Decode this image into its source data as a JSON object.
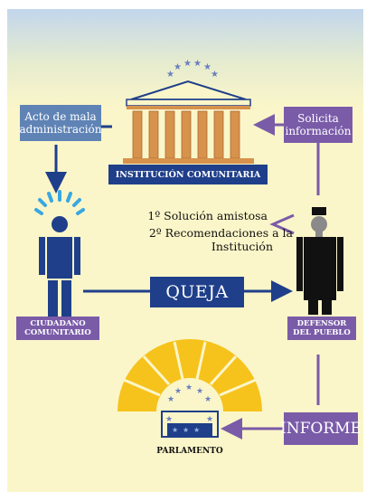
{
  "institution": {
    "label": "INSTITUCIÓN COMUNITARIA"
  },
  "maladmin": {
    "line1": "Acto de mala",
    "line2": "administración"
  },
  "solicita": {
    "line1": "Solicita",
    "line2": "información"
  },
  "outcomes": {
    "line1": "1º Solución amistosa",
    "line2": "2º Recomendaciones a la",
    "line3": "Institución"
  },
  "queja": {
    "label": "QUEJA"
  },
  "citizen": {
    "line1": "CIUDADANO",
    "line2": "COMUNITARIO"
  },
  "ombudsman": {
    "line1": "DEFENSOR",
    "line2": "DEL PUEBLO"
  },
  "informe": {
    "label": "INFORME"
  },
  "parliament": {
    "label": "PARLAMENTO"
  },
  "colors": {
    "navy": "#1f3f8a",
    "purple": "#7a5ba8",
    "steel": "#5f83b5",
    "column": "#d7924c",
    "sun": "#f6c21c",
    "cream": "#fbf6c9"
  }
}
